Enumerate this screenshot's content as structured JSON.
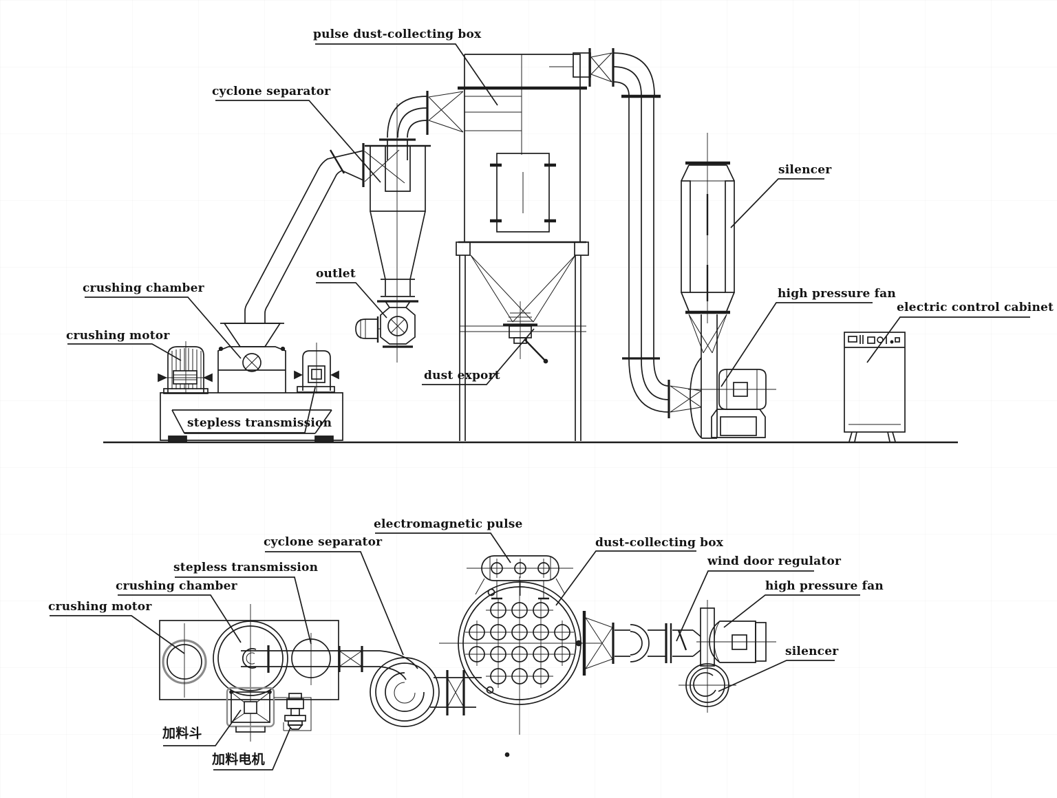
{
  "colors": {
    "line": "#1c1c1c",
    "background": "#ffffff",
    "label_text": "#141414",
    "hatch_fill": "#d9d9d9"
  },
  "side_view": {
    "name": "side elevation of grinding / dust collecting system",
    "labels": {
      "pulse_dust_collecting_box": "pulse dust-collecting box",
      "cyclone_separator": "cyclone separator",
      "silencer": "silencer",
      "crushing_chamber": "crushing chamber",
      "crushing_motor": "crushing motor",
      "outlet": "outlet",
      "dust_export": "dust export",
      "stepless_transmission": "stepless transmission",
      "high_pressure_fan": "high pressure fan",
      "electric_control_cabinet": "electric control cabinet"
    }
  },
  "plan_view": {
    "name": "plan view of grinding / dust collecting system",
    "labels": {
      "electromagnetic_pulse": "electromagnetic pulse",
      "cyclone_separator": "cyclone separator",
      "dust_collecting_box": "dust-collecting box",
      "stepless_transmission": "stepless transmission",
      "wind_door_regulator": "wind door regulator",
      "crushing_chamber": "crushing chamber",
      "high_pressure_fan": "high pressure fan",
      "crushing_motor": "crushing motor",
      "silencer": "silencer",
      "feeding_hopper": "加料斗",
      "feeding_motor": "加料电机"
    }
  }
}
